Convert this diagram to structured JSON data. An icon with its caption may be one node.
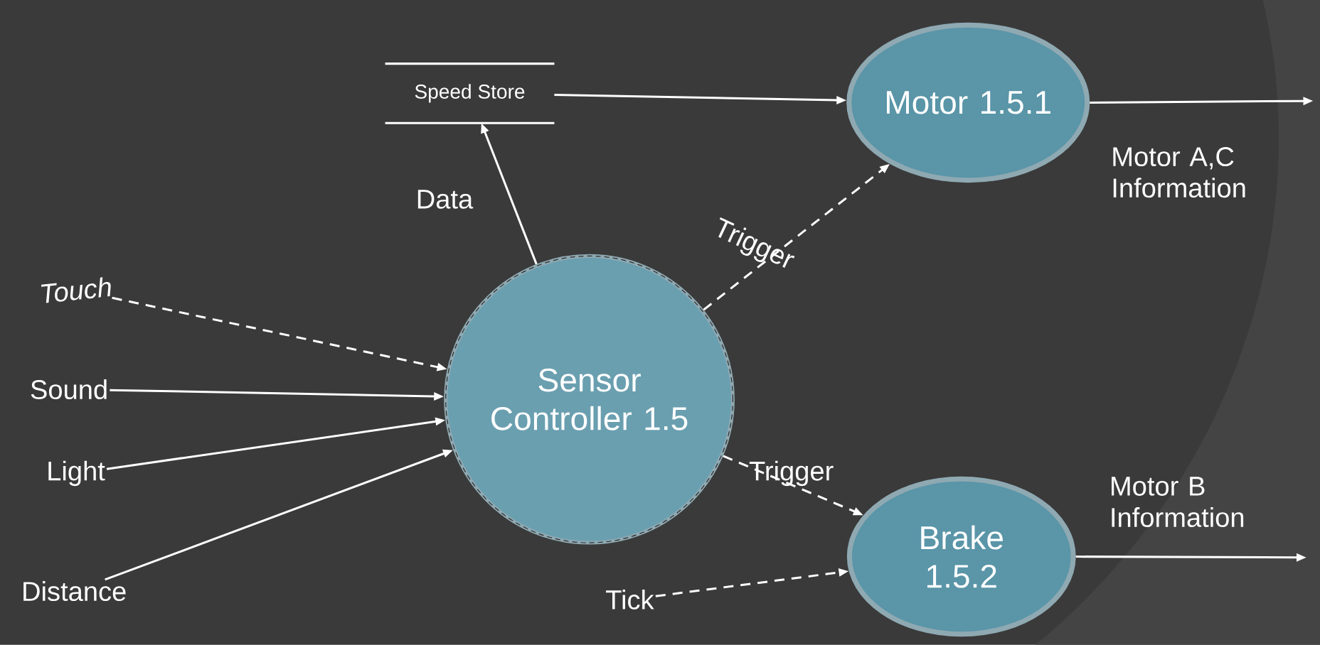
{
  "diagram": {
    "nodes": [
      {
        "text": [
          "Speed Store"
        ]
      },
      {
        "text": [
          "Motor 1.5.1"
        ]
      },
      {
        "text": [
          "Sensor Controller 1.5"
        ]
      },
      {
        "text": [
          "Brake 1.5.2"
        ]
      },
      {
        "text": [
          "Touch"
        ]
      },
      {
        "text": [
          "Sound"
        ]
      },
      {
        "text": [
          "Light"
        ]
      },
      {
        "text": [
          "Distance"
        ]
      },
      {
        "text": [
          "Tick"
        ]
      }
    ],
    "edges": [
      {
        "from": 2,
        "to": 0,
        "arrow": "to",
        "label": "Data"
      },
      {
        "from": 0,
        "to": 1,
        "arrow": "to"
      },
      {
        "from": 1,
        "to": null,
        "arrow": "to",
        "label": "Motor A,C Information"
      },
      {
        "from": 2,
        "to": 1,
        "arrow": "to",
        "style": "dashed",
        "label": "Trigger"
      },
      {
        "from": 4,
        "to": 2,
        "arrow": "to",
        "style": "dashed"
      },
      {
        "from": 5,
        "to": 2,
        "arrow": "to"
      },
      {
        "from": 6,
        "to": 2,
        "arrow": "to"
      },
      {
        "from": 7,
        "to": 2,
        "arrow": "to"
      },
      {
        "from": 2,
        "to": 3,
        "arrow": "to",
        "style": "dashed",
        "label": "Trigger"
      },
      {
        "from": 8,
        "to": 3,
        "arrow": "to",
        "style": "dashed"
      },
      {
        "from": 3,
        "to": null,
        "arrow": "to",
        "label": "Motor B Information"
      }
    ]
  }
}
